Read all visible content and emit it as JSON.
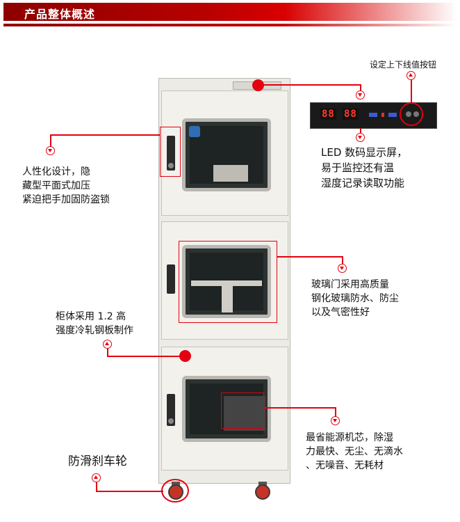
{
  "header": {
    "title": "产品整体概述"
  },
  "display": {
    "seg1": "88",
    "seg2": "88"
  },
  "annotations": {
    "set_button": "设定上下线值按钮",
    "led_screen": [
      "LED 数码显示屏，",
      "易于监控还有温",
      "湿度记录读取功能"
    ],
    "handle_lock": [
      "人性化设计，隐",
      "藏型平面式加压",
      "紧迫把手加固防盗锁"
    ],
    "glass_door": [
      "玻璃门采用高质量",
      "钢化玻璃防水、防尘",
      "以及气密性好"
    ],
    "cabinet_body": [
      "柜体采用 1.2 高",
      "强度冷轧钢板制作"
    ],
    "core": [
      "最省能源机芯，除湿",
      "力最快、无尘、无滴水",
      "、无噪音、无耗材"
    ],
    "wheels": "防滑刹车轮"
  },
  "colors": {
    "accent": "#e3000f",
    "header_dark": "#8e0000"
  }
}
